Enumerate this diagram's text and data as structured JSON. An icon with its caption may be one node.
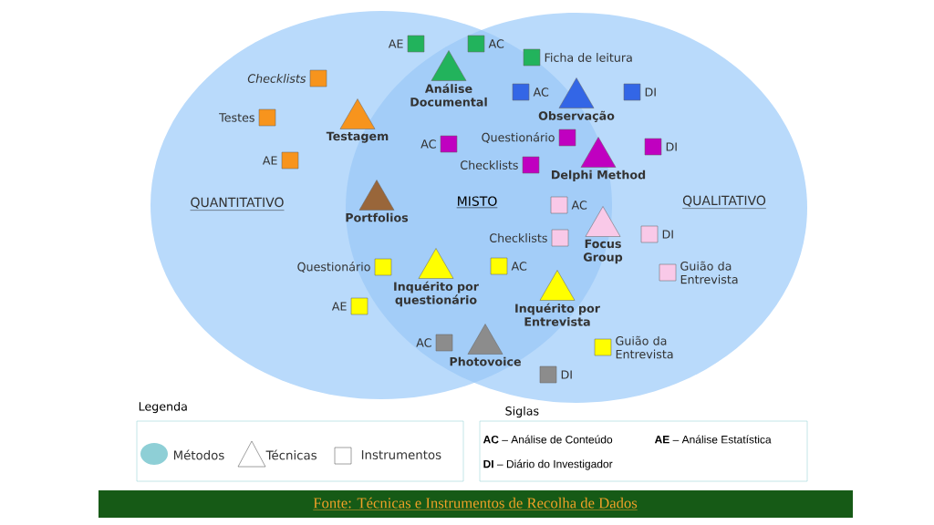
{
  "diagram": {
    "caption": "Fonte: Técnicas e Instrumentos de Recolha de Dados",
    "nodes": [
      {
        "text": [
          "QUANTITATIVO"
        ]
      },
      {
        "text": [
          "QUALITATIVO"
        ]
      },
      {
        "text": [],
        "shape": "box",
        "beside": [
          "AE"
        ],
        "in": 0
      },
      {
        "text": [],
        "shape": "box",
        "beside": [
          "AC"
        ]
      },
      {
        "text": [],
        "shape": "triangle",
        "beside": [
          "Análise Documental"
        ]
      },
      {
        "text": [],
        "shape": "box",
        "beside": [
          "Ficha de leitura"
        ],
        "in": 1
      },
      {
        "text": [],
        "shape": "box",
        "beside": [
          "Checklists"
        ],
        "in": 0
      },
      {
        "text": [],
        "shape": "box",
        "beside": [
          "Testes"
        ],
        "in": 0
      },
      {
        "text": [],
        "shape": "triangle",
        "beside": [
          "Testagem"
        ],
        "in": 0
      },
      {
        "text": [],
        "shape": "box",
        "beside": [
          "AE"
        ],
        "in": 0
      },
      {
        "text": [],
        "shape": "box",
        "beside": [
          "AC"
        ]
      },
      {
        "text": [],
        "shape": "triangle",
        "beside": [
          "Observação"
        ],
        "in": 1
      },
      {
        "text": [],
        "shape": "box",
        "beside": [
          "DI"
        ],
        "in": 1
      },
      {
        "text": [],
        "shape": "box",
        "beside": [
          "AC"
        ]
      },
      {
        "text": [],
        "shape": "box",
        "beside": [
          "Questionário"
        ]
      },
      {
        "text": [],
        "shape": "triangle",
        "beside": [
          "Delphi Method"
        ],
        "in": 1
      },
      {
        "text": [],
        "shape": "box",
        "beside": [
          "DI"
        ],
        "in": 1
      },
      {
        "text": [],
        "shape": "box",
        "beside": [
          "Checklists"
        ]
      },
      {
        "text": [],
        "shape": "triangle",
        "beside": [
          "Portfolios"
        ]
      },
      {
        "text": [],
        "shape": "box",
        "beside": [
          "AC"
        ]
      },
      {
        "text": [],
        "shape": "triangle",
        "beside": [
          "Focus Group"
        ],
        "in": 1
      },
      {
        "text": [],
        "shape": "box",
        "beside": [
          "Checklists"
        ]
      },
      {
        "text": [],
        "shape": "box",
        "beside": [
          "DI"
        ],
        "in": 1
      },
      {
        "text": [],
        "shape": "box",
        "beside": [
          "Guião da Entrevista"
        ],
        "in": 1
      },
      {
        "text": [],
        "shape": "box",
        "beside": [
          "Questionário"
        ]
      },
      {
        "text": [],
        "shape": "triangle",
        "beside": [
          "Inquérito por questionário"
        ]
      },
      {
        "text": [],
        "shape": "box",
        "beside": [
          "AC"
        ]
      },
      {
        "text": [],
        "shape": "box",
        "beside": [
          "AE"
        ],
        "in": 0
      },
      {
        "text": [],
        "shape": "triangle",
        "beside": [
          "Inquérito por Entrevista"
        ]
      },
      {
        "text": [],
        "shape": "box",
        "beside": [
          "Guião da Entrevista"
        ],
        "in": 1
      },
      {
        "text": [],
        "shape": "box",
        "beside": [
          "AC"
        ]
      },
      {
        "text": [],
        "shape": "triangle",
        "beside": [
          "Photovoice"
        ]
      },
      {
        "text": [],
        "shape": "box",
        "beside": [
          "DI"
        ],
        "in": 1
      }
    ],
    "labels": [
      "MISTO",
      "Legenda",
      "Siglas",
      "**AC** – Análise de Conteúdo",
      "**AE** – Análise Estatística",
      "**DI** – Diário do Investigador"
    ],
    "legend": [
      {
        "text": "Métodos",
        "color": "#8ecfd6"
      },
      {
        "text": "Técnicas"
      },
      {
        "text": "Instrumentos"
      }
    ]
  }
}
